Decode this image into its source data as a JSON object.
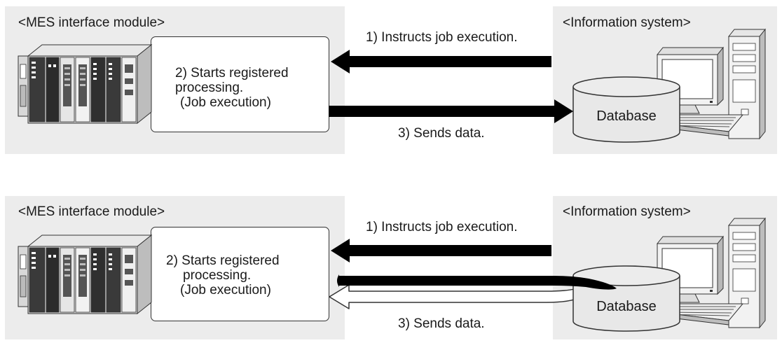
{
  "diagrams": [
    {
      "module_title": "<MES interface module>",
      "system_title": "<Information system>",
      "process_lines": [
        "2) Starts registered",
        "processing.",
        "(Job execution)"
      ],
      "instruct_label": "1) Instructs job execution.",
      "send_label": "3) Sends data.",
      "db_label": "Database",
      "send_arrow_style": "solid"
    },
    {
      "module_title": "<MES interface module>",
      "system_title": "<Information system>",
      "process_lines": [
        "2) Starts registered",
        "processing.",
        "(Job execution)"
      ],
      "instruct_label": "1) Instructs job execution.",
      "send_label": "3) Sends data.",
      "db_label": "Database",
      "send_arrow_style": "outline"
    }
  ]
}
